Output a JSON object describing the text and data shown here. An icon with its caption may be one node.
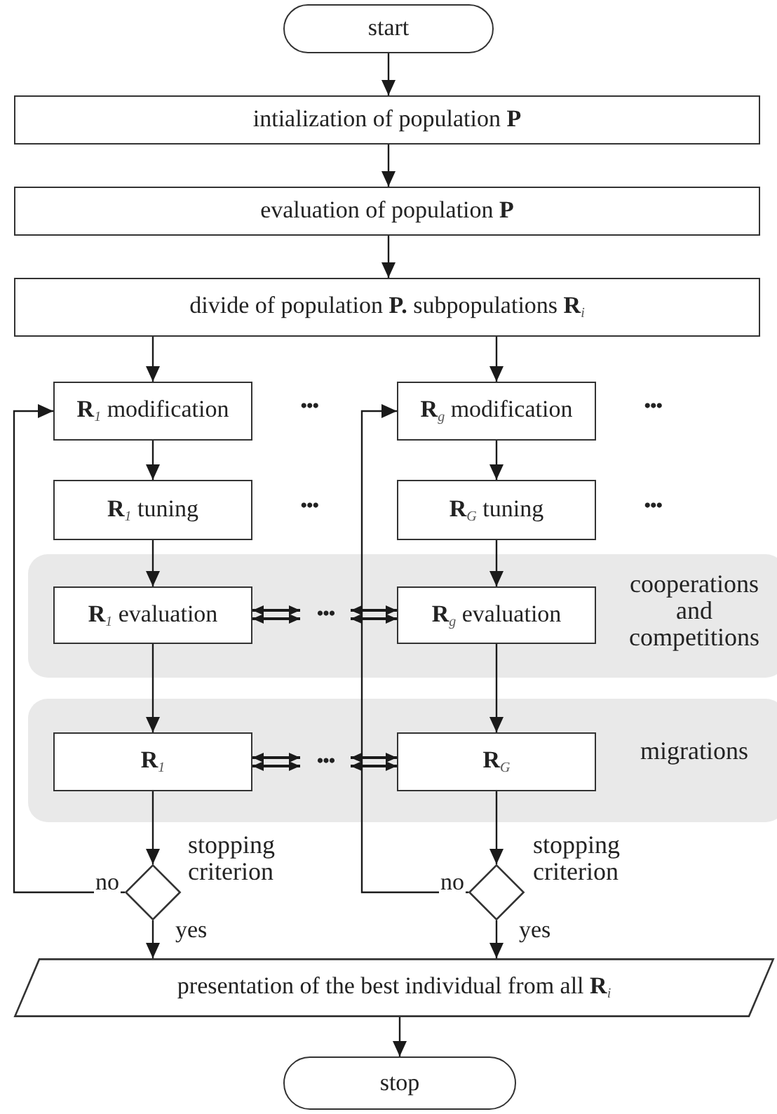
{
  "diagram": {
    "nodes": [
      {
        "text": [
          "start"
        ]
      },
      {
        "text": [
          "intialization of population **P**"
        ]
      },
      {
        "text": [
          "evaluation of population **P**"
        ]
      },
      {
        "text": [
          "divide of population **P.** subpopulations **R**$_{i}$"
        ]
      },
      {
        "text": [
          "**R**$_{1}$ modification"
        ]
      },
      {
        "text": [
          "**R**$_{g}$ modification"
        ]
      },
      {
        "text": [
          "**R**$_{1}$ tuning"
        ]
      },
      {
        "text": [
          "**R**$_{G}$ tuning"
        ]
      },
      {
        "text": [
          "cooperations and competitions"
        ]
      },
      {
        "text": [
          "**R**$_{1}$ evaluation"
        ],
        "in": 8
      },
      {
        "text": [
          "•••"
        ],
        "in": 8
      },
      {
        "text": [
          "**R**$_{g}$ evaluation"
        ],
        "in": 8
      },
      {
        "text": [
          "migrations"
        ]
      },
      {
        "text": [
          "**R**$_{1}$"
        ],
        "in": 12
      },
      {
        "text": [
          "•••"
        ],
        "in": 12
      },
      {
        "text": [
          "**R**$_{G}$"
        ],
        "in": 12
      },
      {
        "text": [],
        "shape": "diamond",
        "beside": [
          "stopping criterion"
        ]
      },
      {
        "text": [],
        "shape": "diamond",
        "beside": [
          "stopping criterion"
        ]
      },
      {
        "text": [
          "presentation of the best individual from all **R**$_{i}$"
        ]
      },
      {
        "text": [
          "stop"
        ]
      }
    ],
    "edges": [
      {
        "from": 0,
        "to": 1,
        "arrow": "to"
      },
      {
        "from": 1,
        "to": 2,
        "arrow": "to"
      },
      {
        "from": 2,
        "to": 3,
        "arrow": "to"
      },
      {
        "from": 3,
        "to": 4,
        "arrow": "to"
      },
      {
        "from": 3,
        "to": 5,
        "arrow": "to"
      },
      {
        "from": 4,
        "to": 6,
        "arrow": "to"
      },
      {
        "from": 5,
        "to": 7,
        "arrow": "to"
      },
      {
        "from": 6,
        "to": 9,
        "arrow": "to"
      },
      {
        "from": 7,
        "to": 11,
        "arrow": "to"
      },
      {
        "from": 9,
        "to": 10,
        "arrow": "both"
      },
      {
        "from": 10,
        "to": 11,
        "arrow": "both"
      },
      {
        "from": 9,
        "to": 13,
        "arrow": "to"
      },
      {
        "from": 11,
        "to": 15,
        "arrow": "to"
      },
      {
        "from": 13,
        "to": 14,
        "arrow": "both"
      },
      {
        "from": 14,
        "to": 15,
        "arrow": "both"
      },
      {
        "from": 13,
        "to": 16,
        "arrow": "to"
      },
      {
        "from": 15,
        "to": 17,
        "arrow": "to"
      },
      {
        "from": 16,
        "to": 4,
        "arrow": "to",
        "label": "no"
      },
      {
        "from": 17,
        "to": 5,
        "arrow": "to",
        "label": "no"
      },
      {
        "from": 16,
        "to": 18,
        "arrow": "to",
        "label": "yes"
      },
      {
        "from": 17,
        "to": 18,
        "arrow": "to",
        "label": "yes"
      },
      {
        "from": 18,
        "to": 19,
        "arrow": "to"
      }
    ],
    "labels": [
      "•••",
      "•••",
      "•••",
      "•••"
    ]
  }
}
